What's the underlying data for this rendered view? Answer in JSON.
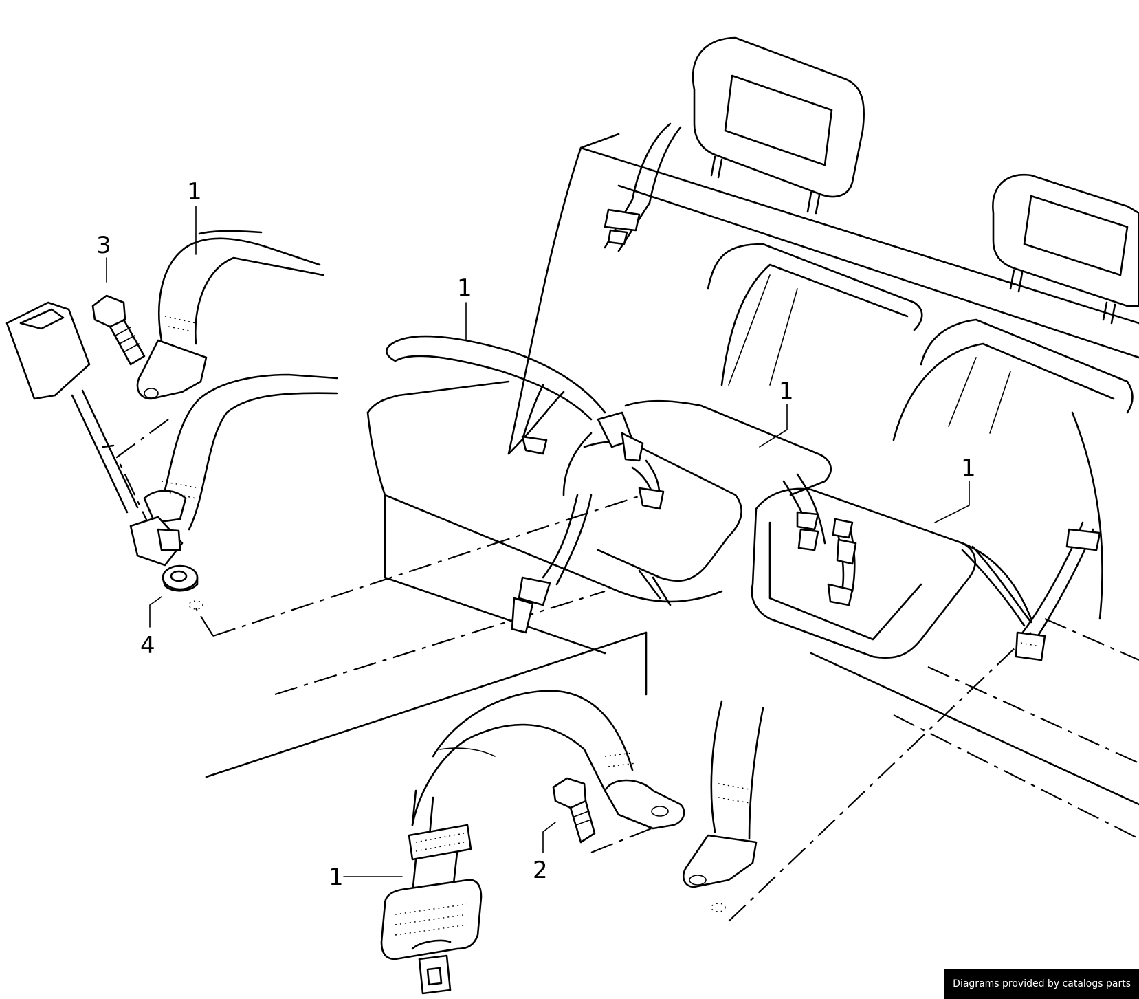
{
  "callouts": {
    "part_1a": "1",
    "part_1b": "1",
    "part_1c": "1",
    "part_1d": "1",
    "part_1e": "1",
    "part_2": "2",
    "part_3": "3",
    "part_4": "4"
  },
  "watermark": "Diagrams provided by catalogs parts"
}
